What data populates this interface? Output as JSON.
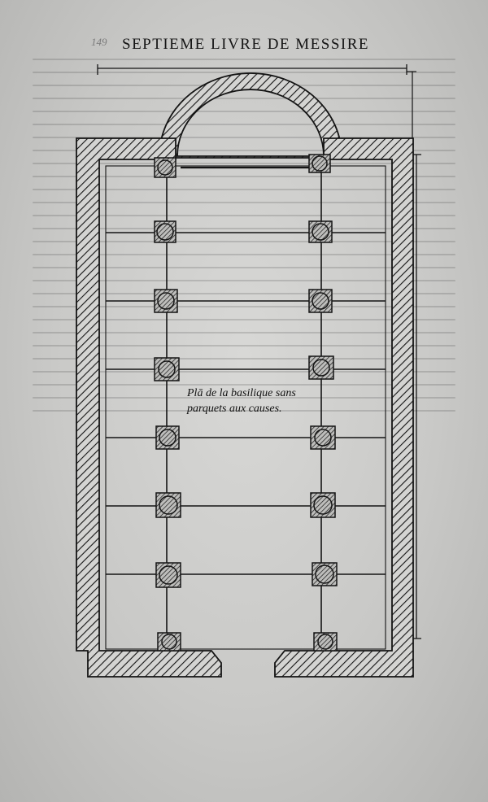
{
  "header": {
    "running_title": "SEPTIEME LIVRE DE MESSIRE",
    "folio": "149"
  },
  "plan": {
    "caption_line1": "Plā de la basilique sans",
    "caption_line2": "parquets aux causes.",
    "column_pairs": 8
  },
  "colors": {
    "paper": "#cfcfcd",
    "ink": "#141414"
  }
}
